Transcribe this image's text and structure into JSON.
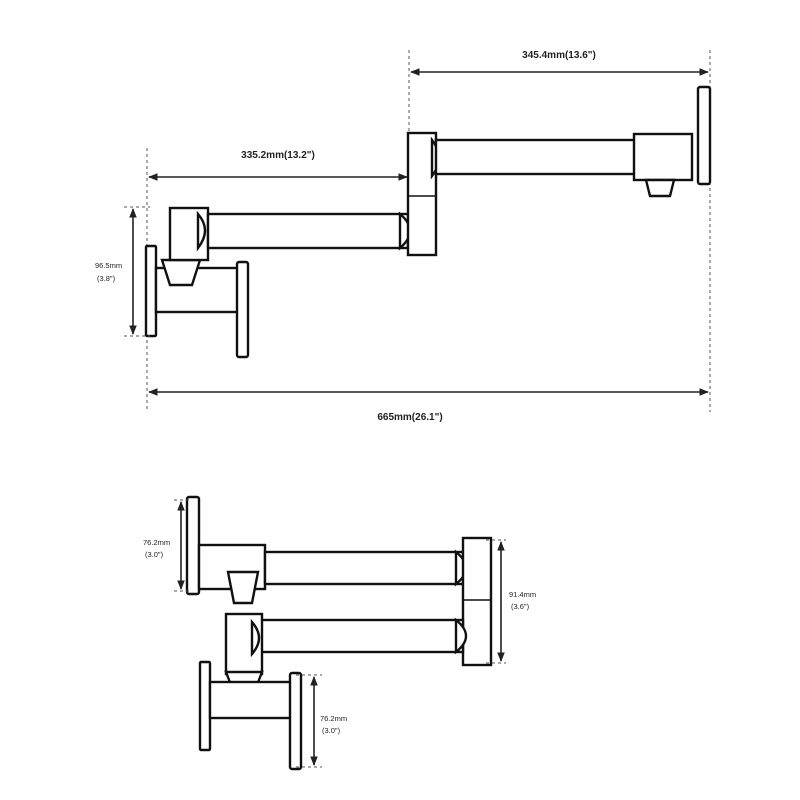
{
  "dimensions": {
    "upper_arm_length": "345.4mm(13.6\")",
    "lower_arm_length": "335.2mm(13.2\")",
    "overall_length": "665mm(26.1\")",
    "wall_drop": {
      "metric": "96.5mm",
      "imperial": "(3.8\")"
    },
    "folded_top_height": {
      "metric": "76.2mm",
      "imperial": "(3.0\")"
    },
    "folded_elbow_height": {
      "metric": "91.4mm",
      "imperial": "(3.6\")"
    },
    "folded_bottom_height": {
      "metric": "76.2mm",
      "imperial": "(3.0\")"
    }
  }
}
